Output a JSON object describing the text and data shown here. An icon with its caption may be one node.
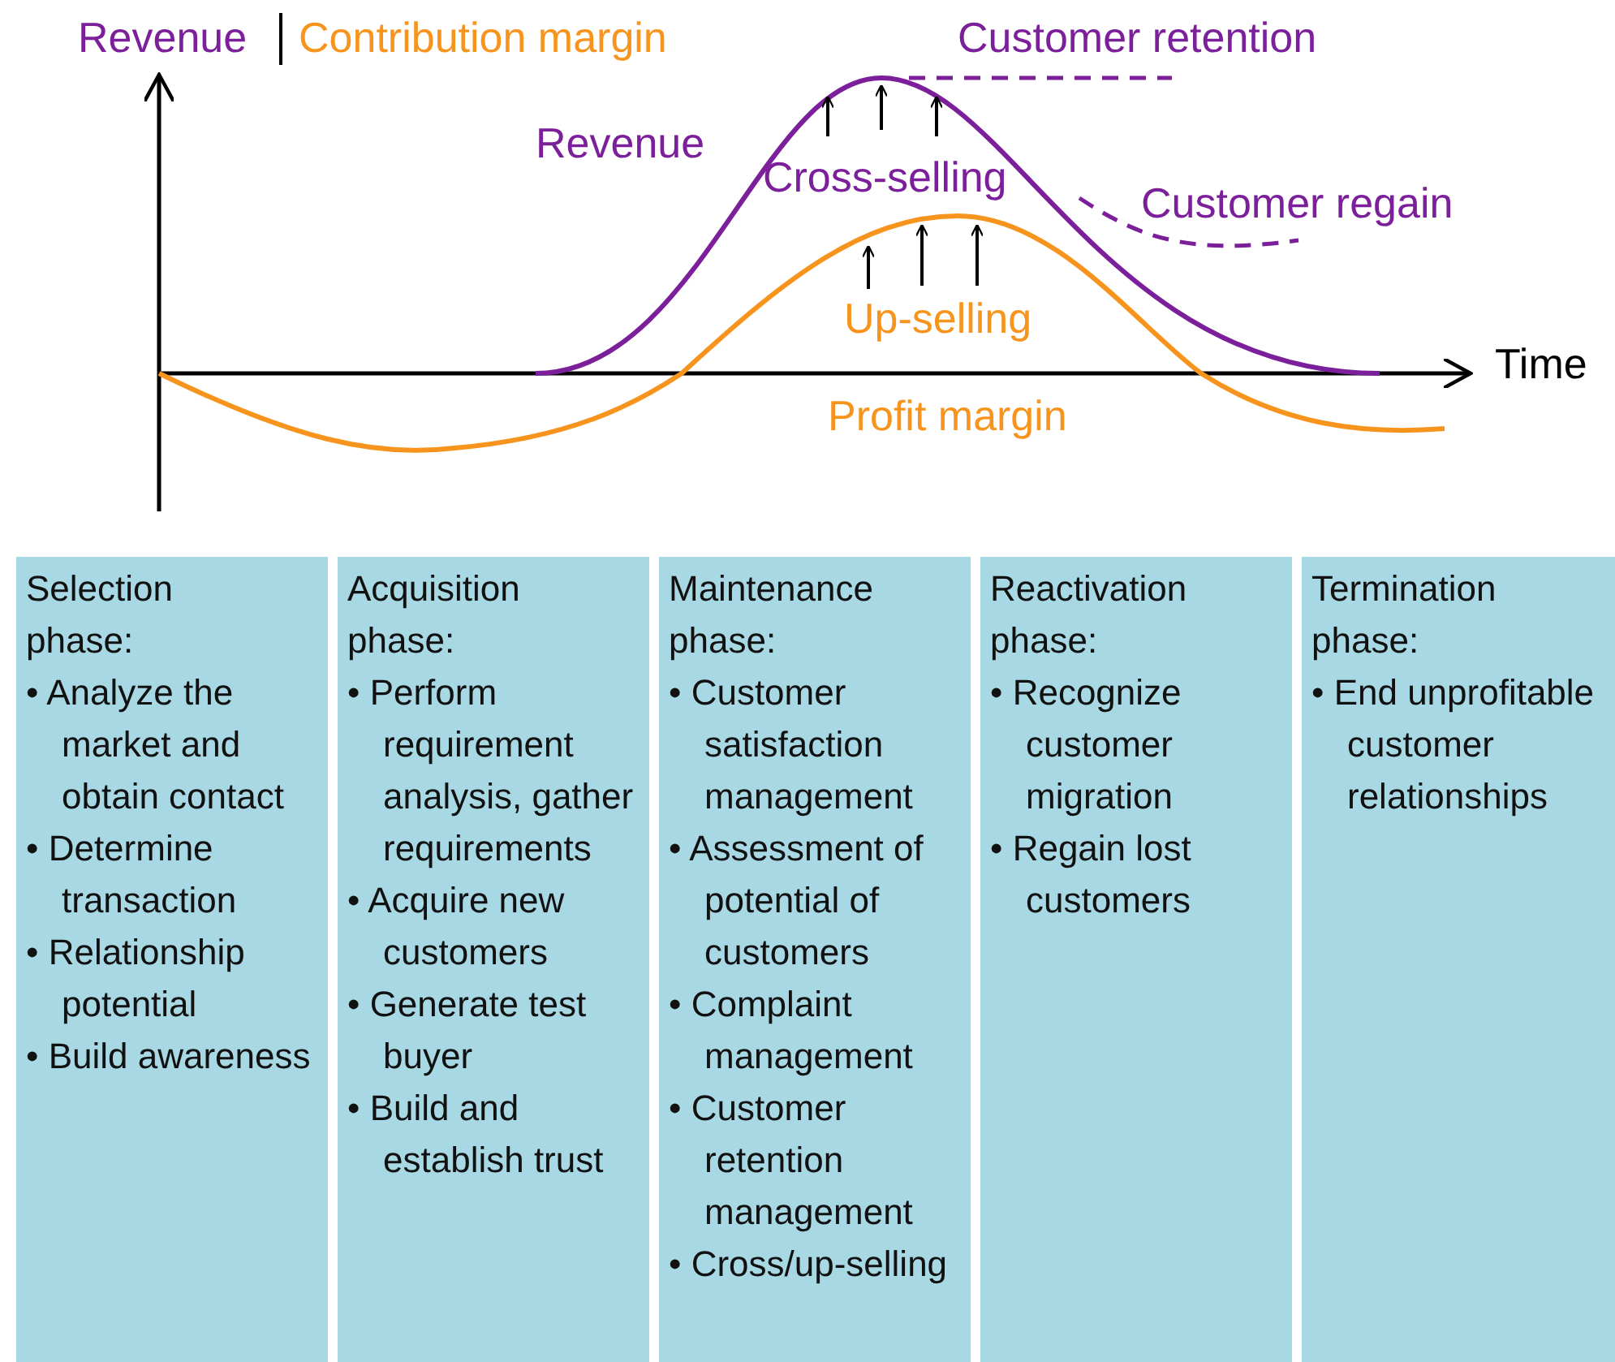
{
  "diagram": {
    "nodes": [
      {
        "text": [
          "Selection phase:",
          "• Analyze the market and obtain contact",
          "• Determine transaction",
          "• Relationship potential",
          "• Build awareness"
        ]
      },
      {
        "text": [
          "Acquisition phase:",
          "• Perform requirement analysis, gather requirements",
          "• Acquire new customers",
          "• Generate test buyer",
          "• Build and establish trust"
        ]
      },
      {
        "text": [
          "Maintenance phase:",
          "• Customer satisfaction management",
          "• Assessment of potential of customers",
          "• Complaint management",
          "• Customer retention management",
          "• Cross/up-selling"
        ]
      },
      {
        "text": [
          "Reactivation phase:",
          "• Recognize customer migration",
          "• Regain lost customers"
        ]
      },
      {
        "text": [
          "Termination phase:",
          "• End unprofitable customer relationships"
        ]
      }
    ],
    "labels": [
      "Revenue",
      "Contribution margin",
      "Customer retention",
      "Revenue",
      "Cross-selling",
      "Customer regain",
      "Up-selling",
      "Time",
      "Profit margin"
    ]
  }
}
